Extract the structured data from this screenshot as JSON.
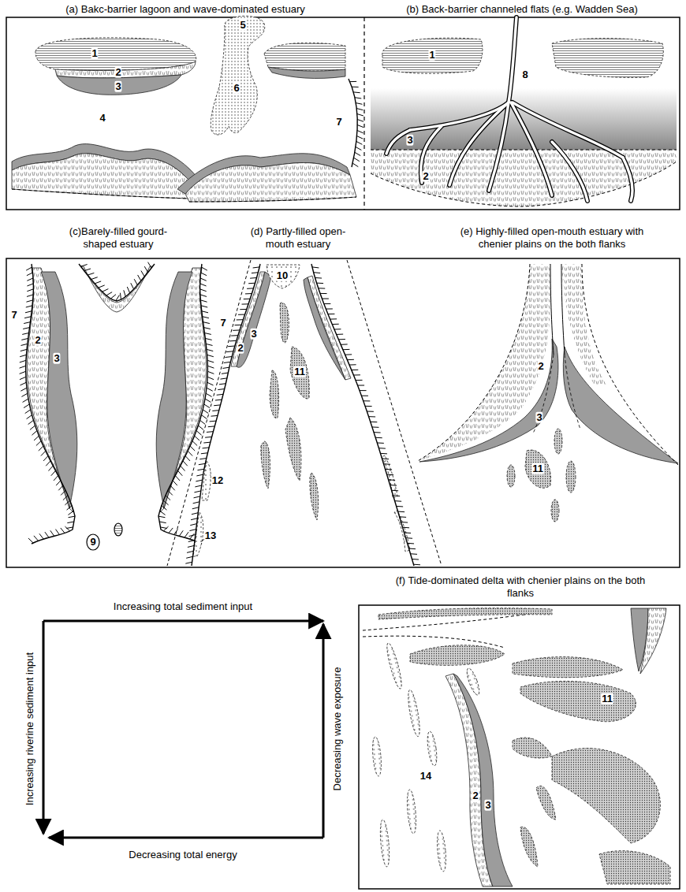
{
  "diagram": {
    "labels": [
      "(a) Bakc-barrier lagoon and wave-dominated estuary",
      "(b) Back-barrier channeled flats (e.g. Wadden Sea)",
      "1",
      "2",
      "3",
      "5",
      "6",
      "4",
      "7",
      "1",
      "3",
      "8",
      "2",
      "(c)Barely-filled gourd-shaped estuary",
      "(d) Partly-filled open-mouth estuary",
      "(e) Highly-filled open-mouth estuary with chenier plains on the both flanks",
      "7",
      "2",
      "3",
      "9",
      "10",
      "7",
      "2",
      "3",
      "11",
      "12",
      "13",
      "2",
      "3",
      "11",
      "(f) Tide-dominated delta with chenier plains on the both flanks",
      "Increasing total sediment input",
      "Increasing riverine sediment input",
      "Decreasing wave exposure",
      "Decreasing total energy",
      "11",
      "14",
      "2",
      "3"
    ]
  }
}
